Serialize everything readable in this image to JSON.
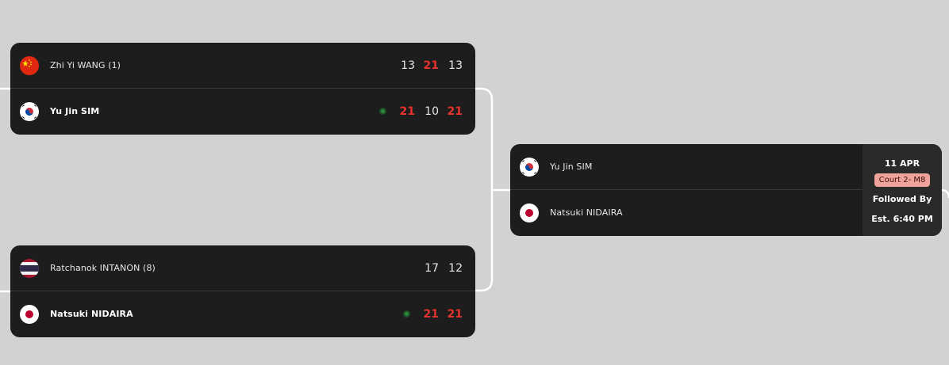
{
  "matches": [
    {
      "players": [
        {
          "name": "Zhi Yi WANG (1)",
          "flag": "china-flag-icon",
          "winner": false,
          "scores": [
            {
              "v": "13",
              "red": false
            },
            {
              "v": "21",
              "red": true
            },
            {
              "v": "13",
              "red": false
            }
          ]
        },
        {
          "name": "Yu Jin SIM",
          "flag": "korea-flag-icon",
          "winner": true,
          "scores": [
            {
              "v": "21",
              "red": true
            },
            {
              "v": "10",
              "red": false
            },
            {
              "v": "21",
              "red": true
            }
          ]
        }
      ]
    },
    {
      "players": [
        {
          "name": "Ratchanok INTANON (8)",
          "flag": "thailand-flag-icon",
          "winner": false,
          "scores": [
            {
              "v": "17",
              "red": false
            },
            {
              "v": "12",
              "red": false
            }
          ]
        },
        {
          "name": "Natsuki NIDAIRA",
          "flag": "japan-flag-icon",
          "winner": true,
          "scores": [
            {
              "v": "21",
              "red": true
            },
            {
              "v": "21",
              "red": true
            }
          ]
        }
      ]
    }
  ],
  "next_match": {
    "players": [
      {
        "name": "Yu Jin SIM",
        "flag": "korea-flag-icon"
      },
      {
        "name": "Natsuki NIDAIRA",
        "flag": "japan-flag-icon"
      }
    ],
    "date": "11 APR",
    "court": "Court 2- M8",
    "followed": "Followed By",
    "time": "Est. 6:40 PM"
  },
  "colors": {
    "background": "#d2d2d2",
    "card": "#1d1d1d",
    "score_highlight": "#e5322d",
    "court_badge": "#f0a39a",
    "winner_dot": "#2e8b3e"
  }
}
